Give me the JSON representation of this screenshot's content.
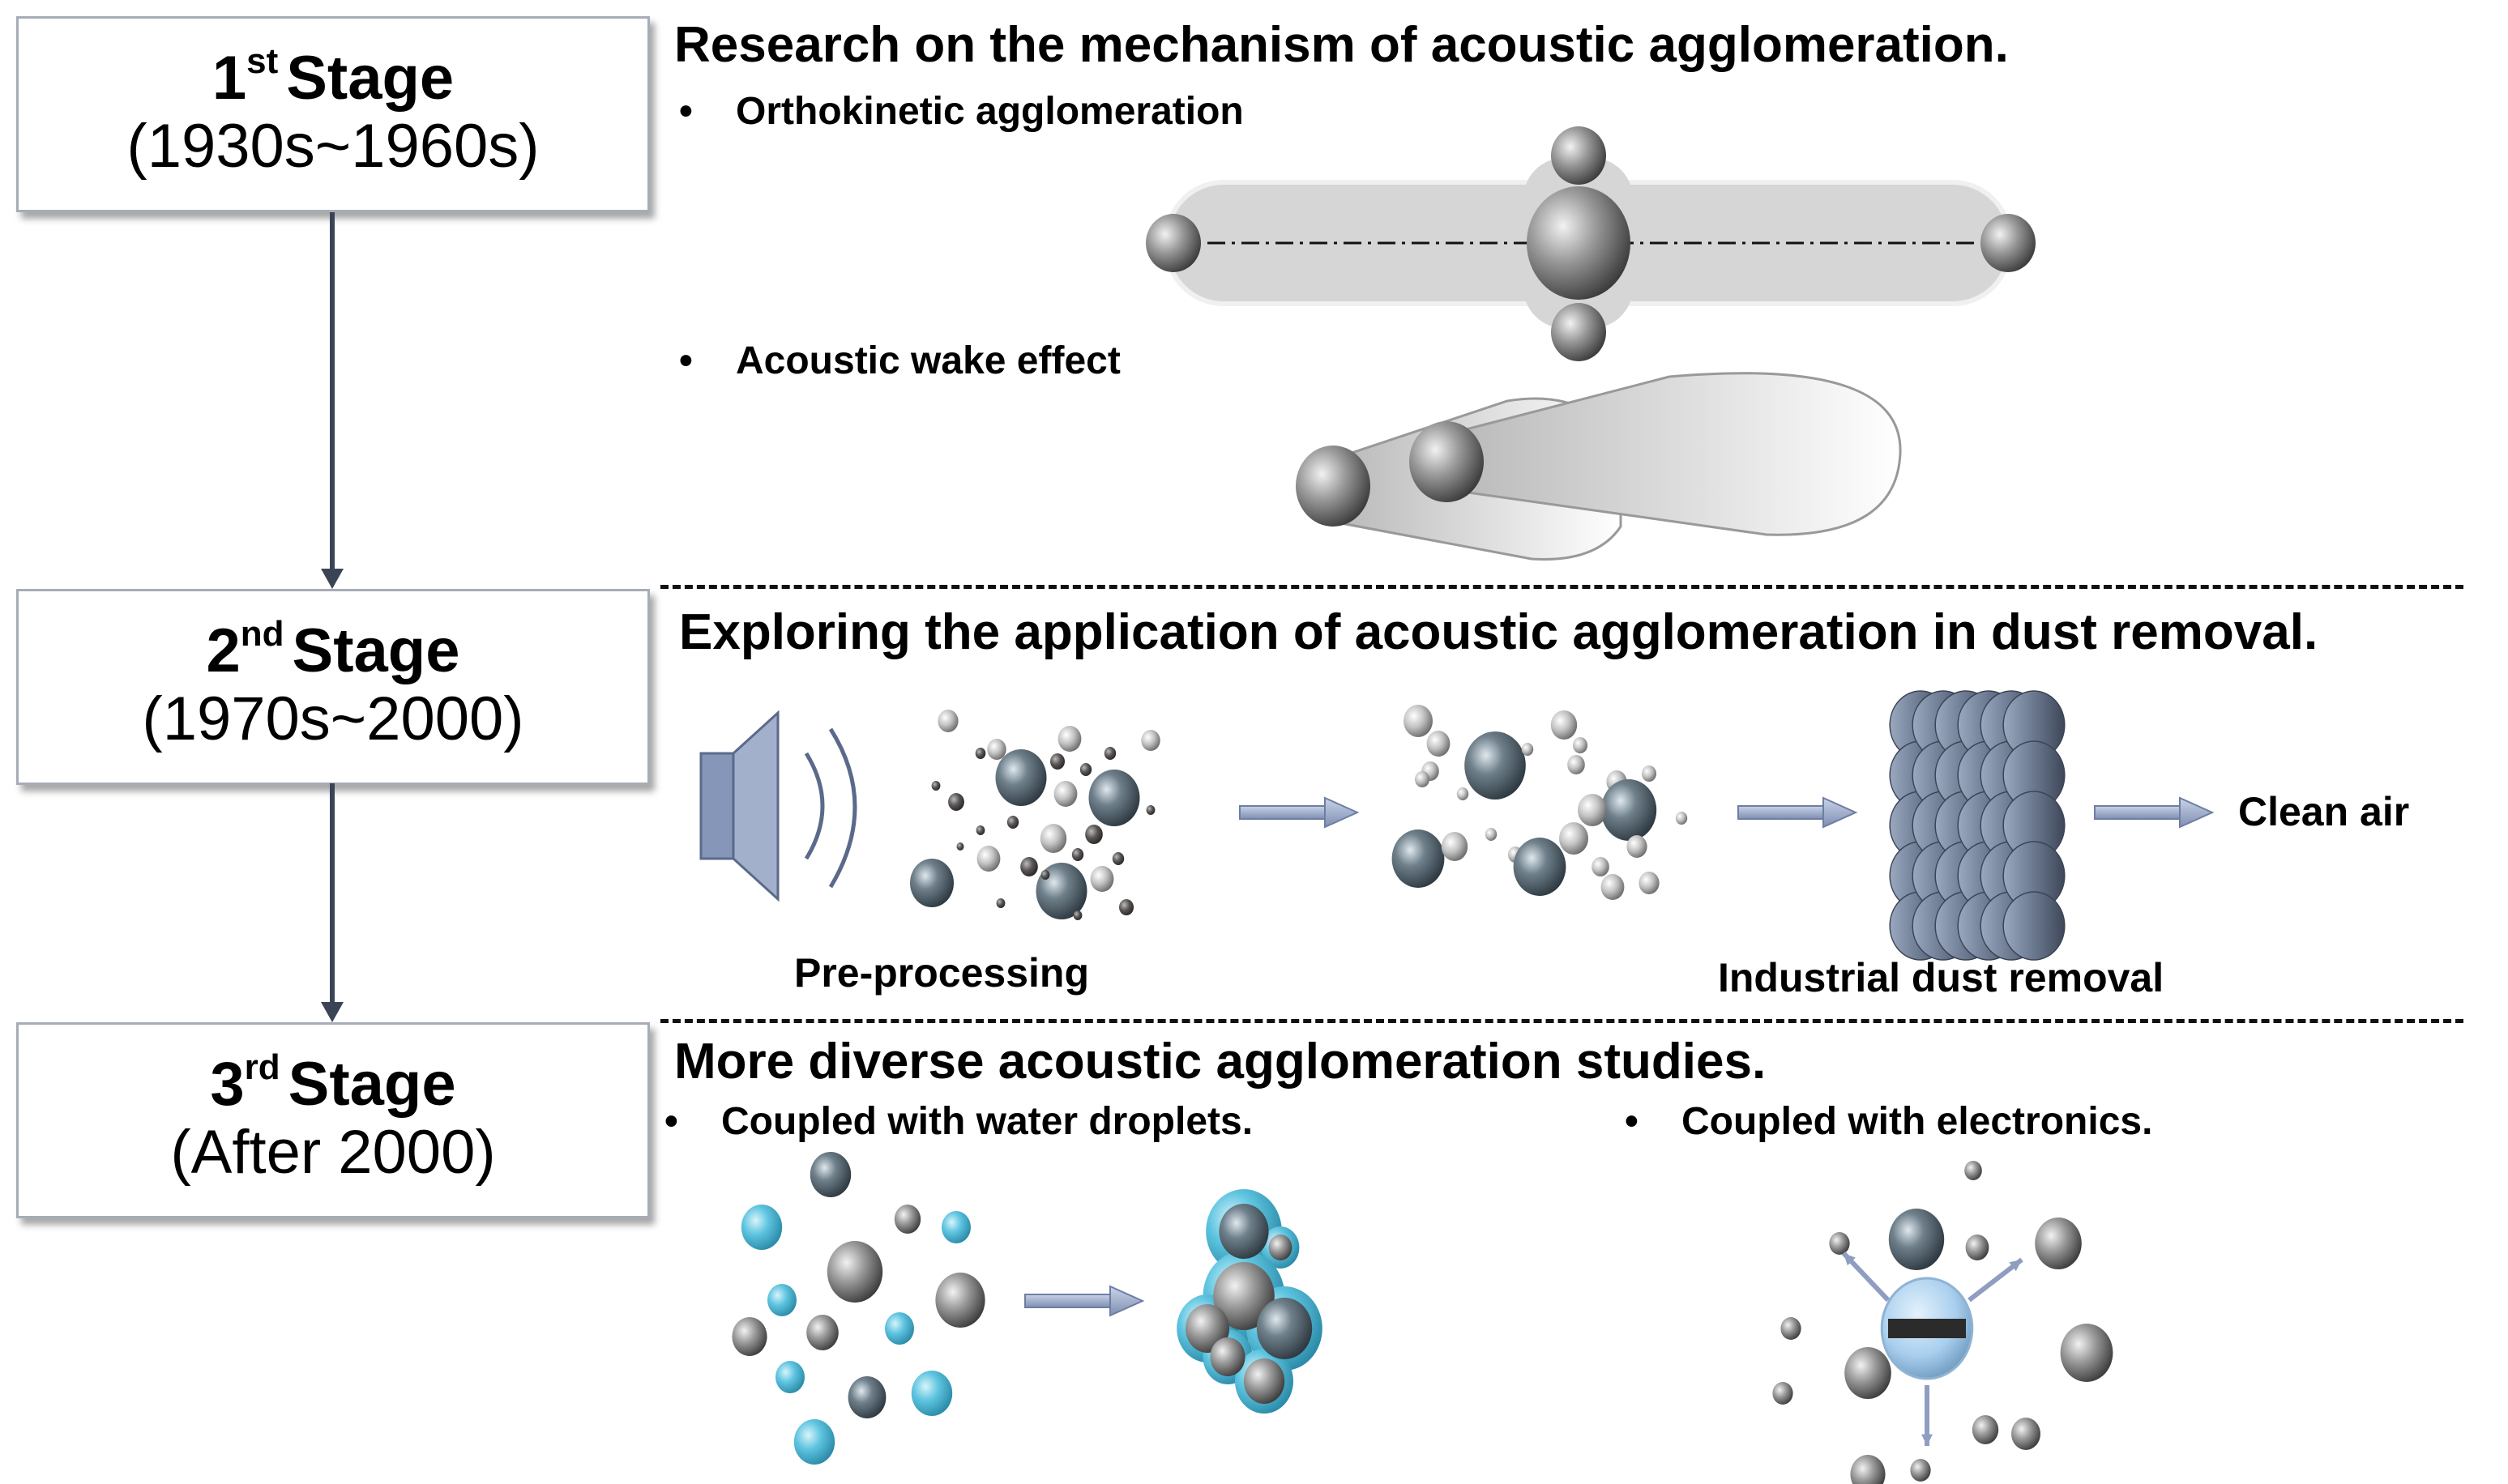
{
  "stages": [
    {
      "ordinal": "1",
      "suffix": "st",
      "word": "Stage",
      "period": "(1930s~1960s)"
    },
    {
      "ordinal": "2",
      "suffix": "nd",
      "word": "Stage",
      "period": "(1970s~2000)"
    },
    {
      "ordinal": "3",
      "suffix": "rd",
      "word": "Stage",
      "period": "(After 2000)"
    }
  ],
  "section1": {
    "title": "Research on the mechanism of acoustic agglomeration.",
    "bullets": [
      "Orthokinetic agglomeration",
      "Acoustic wake effect"
    ]
  },
  "section2": {
    "title": "Exploring the application of acoustic agglomeration in dust removal.",
    "labels": {
      "pre": "Pre-processing",
      "industrial": "Industrial dust removal",
      "clean": "Clean air"
    }
  },
  "section3": {
    "title": "More diverse acoustic agglomeration studies.",
    "bullets": [
      "Coupled with water droplets.",
      "Coupled with electronics."
    ]
  },
  "bullet_glyph": "•",
  "colors": {
    "timeline_arrow": "#3b4456",
    "box_border": "#a6adb8",
    "particle_grey": "#8a8a8a",
    "particle_slate": "#5e6d78",
    "droplet_blue": "#5ec4e0",
    "flow_arrow": "#8f9ec0",
    "speaker": "#8696b8",
    "charge": "#a9cfee"
  }
}
